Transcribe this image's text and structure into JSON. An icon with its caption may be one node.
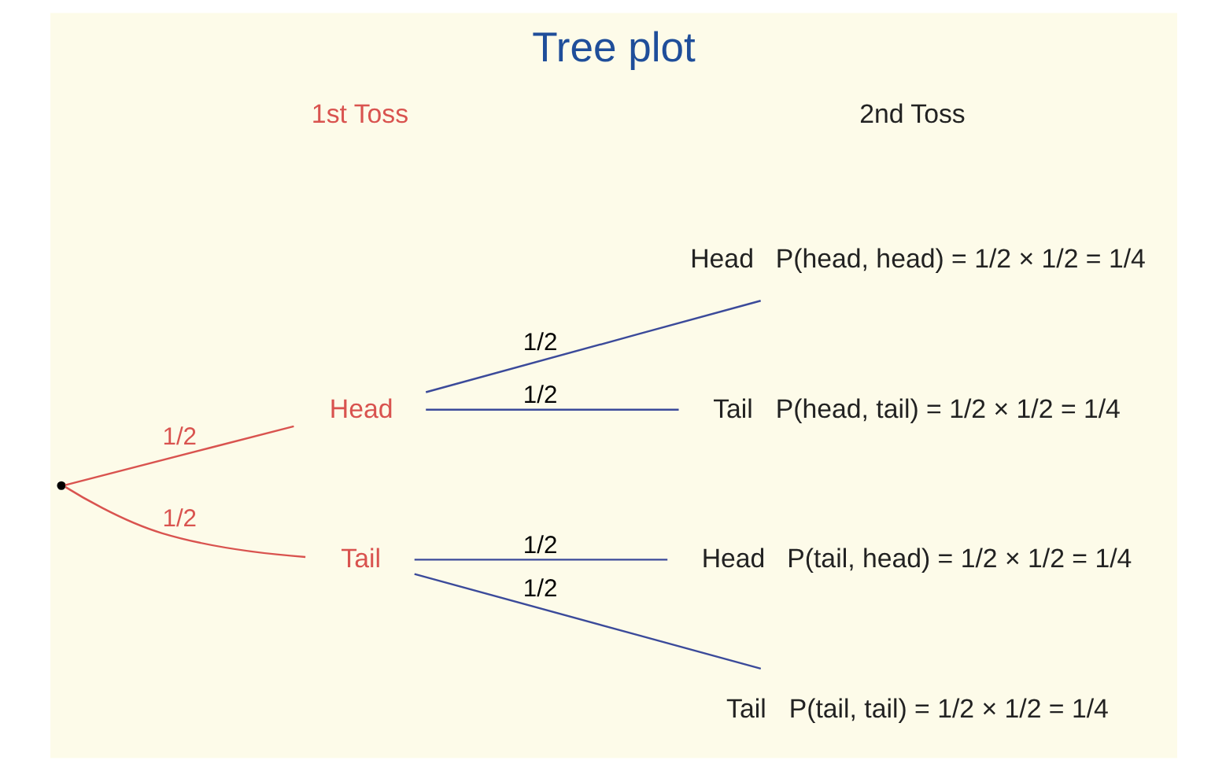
{
  "diagram": {
    "title": "Tree plot",
    "nodes": [
      {
        "text": [],
        "shape": "point"
      },
      {
        "text": [
          "Head"
        ]
      },
      {
        "text": [
          "Tail"
        ]
      },
      {
        "text": [
          "Head"
        ],
        "beside": [
          "P(head, head) = 1/2 × 1/2 = 1/4"
        ]
      },
      {
        "text": [
          "Tail"
        ],
        "beside": [
          "P(head, tail) = 1/2 × 1/2 = 1/4"
        ]
      },
      {
        "text": [
          "Head"
        ],
        "beside": [
          "P(tail, head) = 1/2 × 1/2 = 1/4"
        ]
      },
      {
        "text": [
          "Tail"
        ],
        "beside": [
          "P(tail, tail) = 1/2 × 1/2 = 1/4"
        ]
      }
    ],
    "edges": [
      {
        "from": 0,
        "to": 1,
        "arrow": "none",
        "label": "1/2",
        "color": "#d9534f"
      },
      {
        "from": 0,
        "to": 2,
        "arrow": "none",
        "label": "1/2",
        "color": "#d9534f"
      },
      {
        "from": 1,
        "to": 3,
        "arrow": "none",
        "label": "1/2"
      },
      {
        "from": 1,
        "to": 4,
        "arrow": "none",
        "label": "1/2"
      },
      {
        "from": 2,
        "to": 5,
        "arrow": "none",
        "label": "1/2"
      },
      {
        "from": 2,
        "to": 6,
        "arrow": "none",
        "label": "1/2"
      }
    ],
    "labels": [
      "2nd Toss",
      "1st Toss"
    ]
  }
}
